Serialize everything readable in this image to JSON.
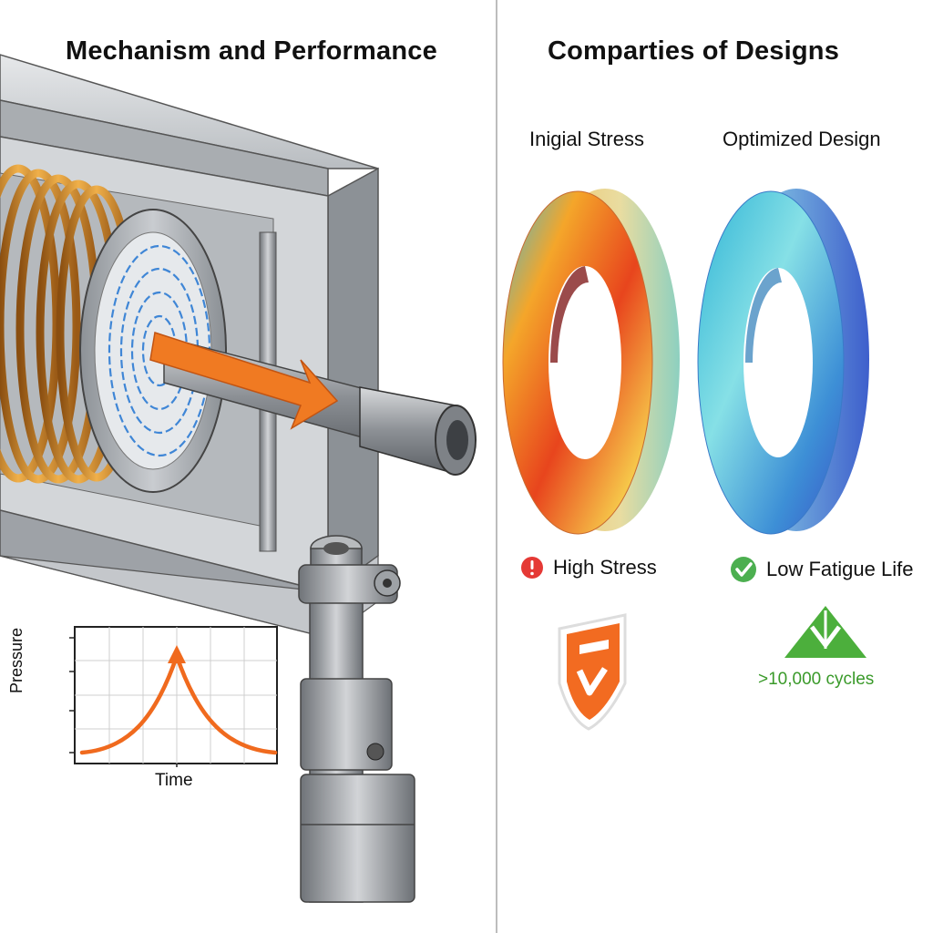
{
  "left_panel": {
    "title": "Mechanism and Performance",
    "graph": {
      "xlabel": "Time",
      "ylabel": "Pressure"
    }
  },
  "right_panel": {
    "title": "Comparties of Designs",
    "designs": [
      {
        "label": "Inigial Stress",
        "status": "High Stress",
        "status_color": "#e53935"
      },
      {
        "label": "Optimized Design",
        "status": "Low Fatigue Life",
        "status_color": "#4caf50",
        "note": ">10,000 cycles"
      }
    ]
  },
  "colors": {
    "coil": "#c8822a",
    "arrow": "#f07a22",
    "metal": "#9a9ea3",
    "high_badge": "#f26b21",
    "low_badge": "#4caf3c"
  }
}
